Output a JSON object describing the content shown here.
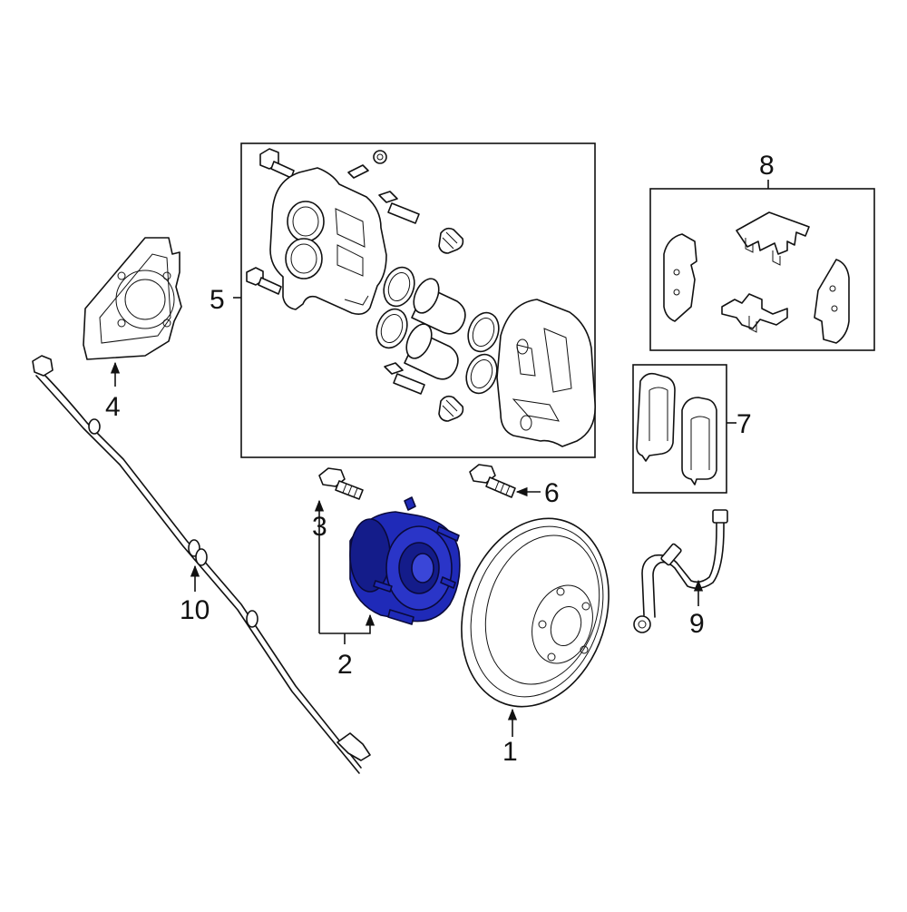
{
  "callouts": {
    "c1": "1",
    "c2": "2",
    "c3": "3",
    "c4": "4",
    "c5": "5",
    "c6": "6",
    "c7": "7",
    "c8": "8",
    "c9": "9",
    "c10": "10"
  },
  "colors": {
    "highlight": "#1f2ab8",
    "highlight_dark": "#141c8a",
    "line": "#111111",
    "background": "#ffffff"
  }
}
